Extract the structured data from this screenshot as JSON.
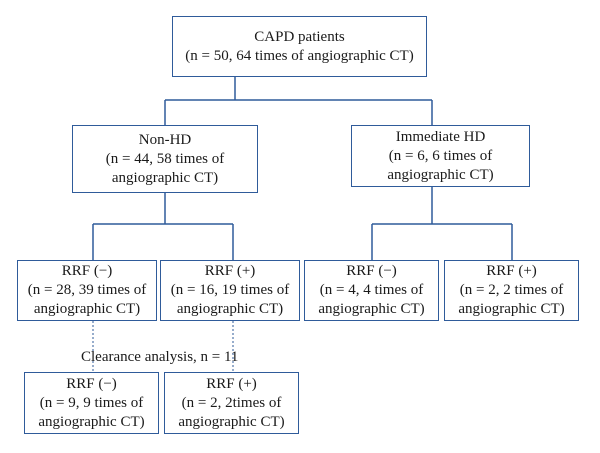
{
  "root": {
    "title": "CAPD patients",
    "detail": "(n = 50, 64 times of angiographic CT)"
  },
  "non_hd": {
    "title": "Non-HD",
    "line1": "(n = 44, 58 times of",
    "line2": "angiographic CT)"
  },
  "immediate_hd": {
    "title": "Immediate HD",
    "line1": "(n = 6, 6 times of",
    "line2": "angiographic CT)"
  },
  "non_hd_rrf_neg": {
    "title": "RRF (−)",
    "line1": "(n = 28, 39 times of",
    "line2": "angiographic CT)"
  },
  "non_hd_rrf_pos": {
    "title": "RRF (+)",
    "line1": "(n = 16, 19 times of",
    "line2": "angiographic CT)"
  },
  "ihd_rrf_neg": {
    "title": "RRF (−)",
    "line1": "(n = 4, 4 times of",
    "line2": "angiographic CT)"
  },
  "ihd_rrf_pos": {
    "title": "RRF (+)",
    "line1": "(n = 2, 2 times of",
    "line2": "angiographic CT)"
  },
  "clearance": {
    "label": "Clearance analysis, n = 11"
  },
  "clear_rrf_neg": {
    "title": "RRF (−)",
    "line1": "(n = 9, 9 times of",
    "line2": "angiographic CT)"
  },
  "clear_rrf_pos": {
    "title": "RRF (+)",
    "line1": "(n = 2, 2times of",
    "line2": "angiographic CT)"
  }
}
